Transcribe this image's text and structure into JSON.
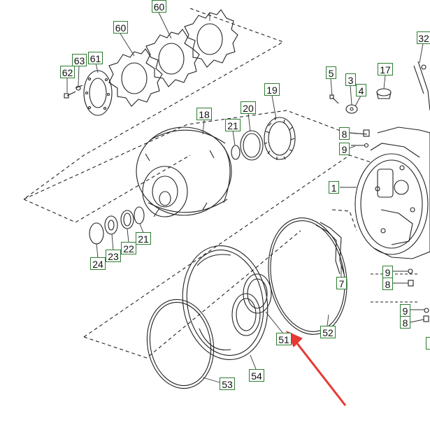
{
  "diagram": {
    "accent_color": "#2e7d32",
    "arrow_color": "#e53935",
    "highlighted_part": "51",
    "callouts": [
      "60",
      "60",
      "63",
      "61",
      "62",
      "5",
      "3",
      "4",
      "17",
      "32",
      "19",
      "20",
      "21",
      "18",
      "8",
      "9",
      "1",
      "7",
      "24",
      "23",
      "22",
      "21",
      "9",
      "8",
      "9",
      "8",
      "51",
      "52",
      "53",
      "54"
    ]
  }
}
